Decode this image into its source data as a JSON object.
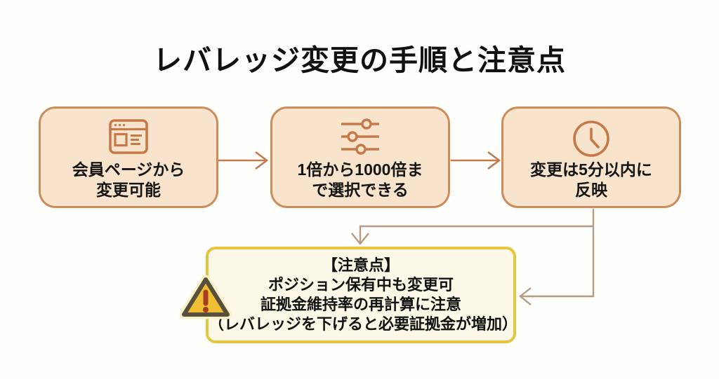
{
  "title": "レバレッジ変更の手順と注意点",
  "steps": [
    {
      "icon": "browser-window-icon",
      "line1": "会員ページから",
      "line2": "変更可能"
    },
    {
      "icon": "sliders-icon",
      "line1": "1倍から1000倍ま",
      "line2": "で選択できる"
    },
    {
      "icon": "clock-icon",
      "line1": "変更は5分以内に",
      "line2": "反映"
    }
  ],
  "caution": {
    "icon": "warning-triangle-icon",
    "heading": "【注意点】",
    "line1": "ポジション保有中も変更可",
    "line2": "証拠金維持率の再計算に注意",
    "line3": "（レバレッジを下げると必要証拠金が増加）"
  },
  "connections": [
    "step1 → step2",
    "step2 → step3",
    "step3 ↓→ caution (right side)",
    "step3 branch ↓ caution (top)"
  ],
  "colors": {
    "background": "#fefefd",
    "step_box_fill": "#f8e4cd",
    "step_box_border": "#cd8c5a",
    "icon_orange": "#c87846",
    "arrow_orange": "#c07a4e",
    "connector_tan": "#b59b83",
    "caution_fill": "#fcf8e8",
    "caution_border": "#e8c43e",
    "warning_fill": "#f0be32",
    "warning_outline": "#554f3c",
    "warning_glow": "#faf0c8",
    "warning_mark": "#a53c23",
    "text": "#151515"
  }
}
